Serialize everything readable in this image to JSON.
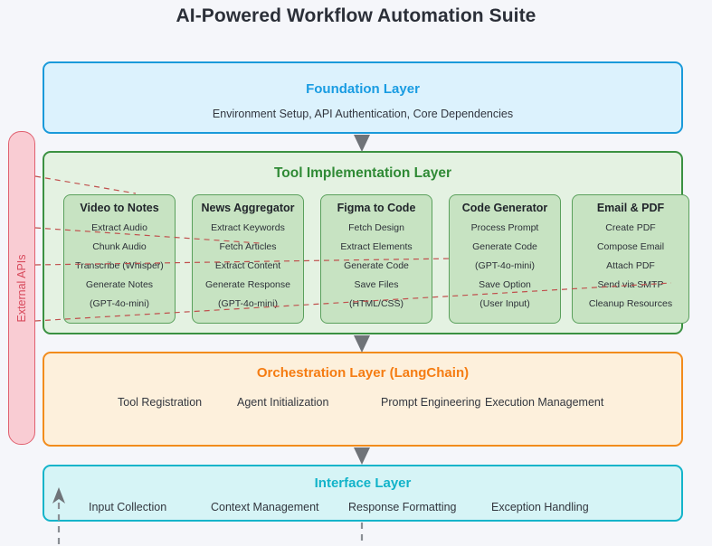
{
  "title": "AI-Powered Workflow Automation Suite",
  "colors": {
    "background": "#f5f6fa",
    "foundation_accent": "#199ce2",
    "tool_accent": "#2f8a35",
    "orchestration_accent": "#f57c12",
    "interface_accent": "#12b3c9",
    "external_api_accent": "#d84a5c",
    "arrow": "#6f7378",
    "connector_dashed": "#c0504d"
  },
  "layers": {
    "foundation": {
      "title": "Foundation Layer",
      "subtitle": "Environment Setup, API Authentication, Core Dependencies"
    },
    "tool_implementation": {
      "title": "Tool Implementation Layer",
      "cards": [
        {
          "title": "Video to Notes",
          "steps": [
            "Extract Audio",
            "Chunk Audio",
            "Transcribe (Whisper)",
            "Generate Notes",
            "(GPT-4o-mini)"
          ]
        },
        {
          "title": "News Aggregator",
          "steps": [
            "Extract Keywords",
            "Fetch Articles",
            "Extract Content",
            "Generate Response",
            "(GPT-4o-mini)"
          ]
        },
        {
          "title": "Figma to Code",
          "steps": [
            "Fetch Design",
            "Extract Elements",
            "Generate Code",
            "Save Files",
            "(HTML/CSS)"
          ]
        },
        {
          "title": "Code Generator",
          "steps": [
            "Process Prompt",
            "Generate Code",
            "(GPT-4o-mini)",
            "Save Option",
            "(User Input)"
          ]
        },
        {
          "title": "Email & PDF",
          "steps": [
            "Create PDF",
            "Compose Email",
            "Attach PDF",
            "Send via SMTP",
            "Cleanup Resources"
          ]
        }
      ]
    },
    "orchestration": {
      "title": "Orchestration Layer (LangChain)",
      "items": [
        "Tool Registration",
        "Agent Initialization",
        "Prompt Engineering",
        "Execution Management"
      ]
    },
    "interface": {
      "title": "Interface Layer",
      "items": [
        "Input Collection",
        "Context Management",
        "Response Formatting",
        "Exception Handling"
      ]
    }
  },
  "external_apis": {
    "label": "External APIs"
  }
}
